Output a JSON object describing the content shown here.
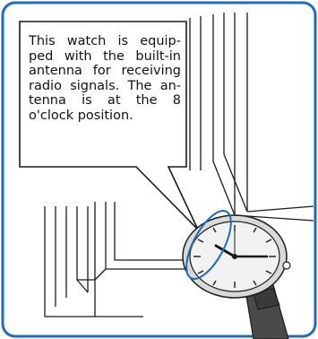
{
  "note": {
    "lines": [
      "This watch is equip-",
      "ped with the built-in",
      "antenna for receiving",
      "radio signals. The an-",
      "tenna is at the 8",
      "o'clock position."
    ]
  },
  "colors": {
    "frame_border": "#1f6db5",
    "antenna_highlight": "#1f6db5",
    "line_art": "#1a1a1a",
    "watch_strap": "#4a4a4a",
    "watch_dial": "#f2f2f2"
  }
}
